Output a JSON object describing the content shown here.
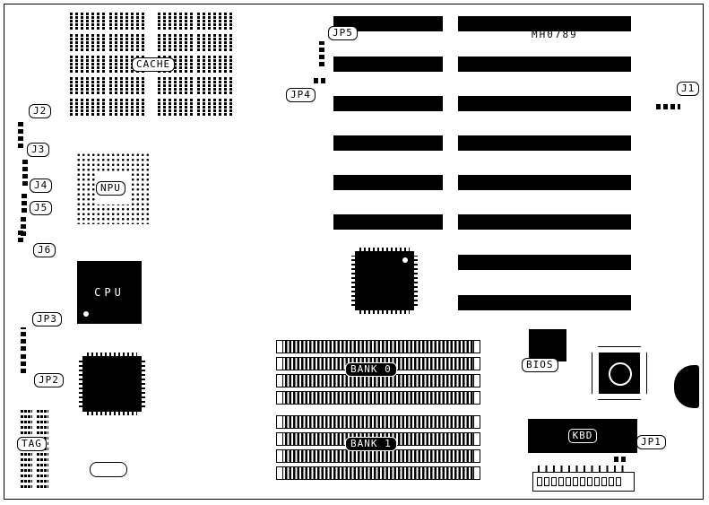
{
  "board": {
    "part_number": "MH0789"
  },
  "labels": {
    "cache": "CACHE",
    "npu": "NPU",
    "cpu": "CPU",
    "tag": "TAG",
    "bios": "BIOS",
    "kbd": "KBD",
    "bank0": "BANK 0",
    "bank1": "BANK 1"
  },
  "jumpers": {
    "j1": "J1",
    "j2": "J2",
    "j3": "J3",
    "j4": "J4",
    "j5": "J5",
    "j6": "J6",
    "jp1": "JP1",
    "jp2": "JP2",
    "jp3": "JP3",
    "jp4": "JP4",
    "jp5": "JP5"
  },
  "colors": {
    "ink": "#000000",
    "paper": "#ffffff"
  }
}
